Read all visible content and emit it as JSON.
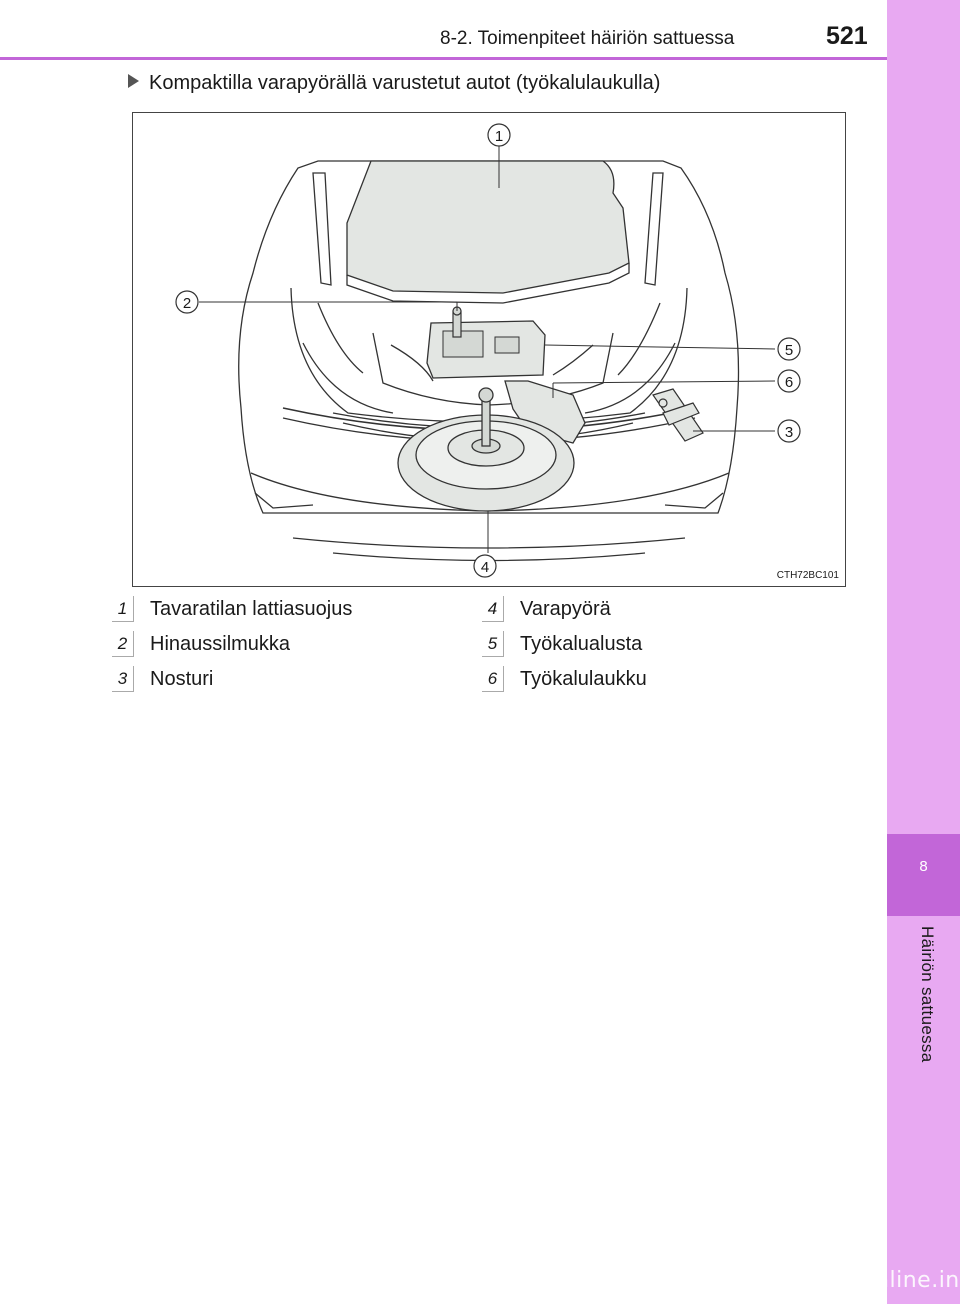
{
  "header": {
    "section_title": "8-2. Toimenpiteet häiriön sattuessa",
    "page_number": "521"
  },
  "side_tab": {
    "chapter_number": "8",
    "chapter_title": "Häiriön sattuessa"
  },
  "sub_heading": "Kompaktilla varapyörällä varustetut autot (työkalulaukulla)",
  "figure": {
    "code": "CTH72BC101",
    "callouts": [
      "1",
      "2",
      "3",
      "4",
      "5",
      "6"
    ]
  },
  "legend": [
    {
      "num": "1",
      "label": "Tavaratilan lattiasuojus"
    },
    {
      "num": "2",
      "label": "Hinaussilmukka"
    },
    {
      "num": "3",
      "label": "Nosturi"
    },
    {
      "num": "4",
      "label": "Varapyörä"
    },
    {
      "num": "5",
      "label": "Työkalualusta"
    },
    {
      "num": "6",
      "label": "Työkalulaukku"
    }
  ],
  "watermark": "carmanualsonline.info"
}
